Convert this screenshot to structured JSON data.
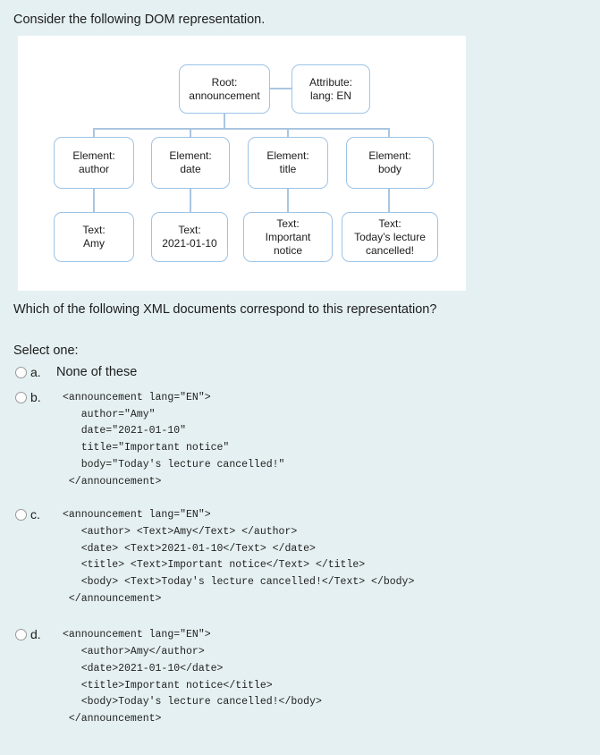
{
  "page": {
    "intro": "Consider the following DOM representation.",
    "question": "Which of the following XML documents correspond to this representation?",
    "select_prompt": "Select one:"
  },
  "colors": {
    "page_background": "#e5f0f2",
    "diagram_background": "#ffffff",
    "node_border": "#9dc3e6",
    "connector_line": "#a9c6e2",
    "body_text": "#1d1d1d"
  },
  "diagram": {
    "nodes": {
      "root": "Root:\nannouncement",
      "attribute": "Attribute:\nlang: EN",
      "elem_author": "Element:\nauthor",
      "elem_date": "Element:\ndate",
      "elem_title": "Element:\ntitle",
      "elem_body": "Element:\nbody",
      "text_author": "Text:\nAmy",
      "text_date": "Text:\n2021-01-10",
      "text_title": "Text:\nImportant\nnotice",
      "text_body": "Text:\nToday’s lecture\ncancelled!"
    }
  },
  "options": [
    {
      "letter": "a.",
      "label": "None of these"
    },
    {
      "letter": "b.",
      "code": "<announcement lang=\"EN\">\n   author=\"Amy\"\n   date=\"2021-01-10\"\n   title=\"Important notice\"\n   body=\"Today's lecture cancelled!\"\n </announcement>"
    },
    {
      "letter": "c.",
      "code": "<announcement lang=\"EN\">\n   <author> <Text>Amy</Text> </author>\n   <date> <Text>2021-01-10</Text> </date>\n   <title> <Text>Important notice</Text> </title>\n   <body> <Text>Today's lecture cancelled!</Text> </body>\n </announcement>"
    },
    {
      "letter": "d.",
      "code": "<announcement lang=\"EN\">\n   <author>Amy</author>\n   <date>2021-01-10</date>\n   <title>Important notice</title>\n   <body>Today's lecture cancelled!</body>\n </announcement>"
    }
  ]
}
